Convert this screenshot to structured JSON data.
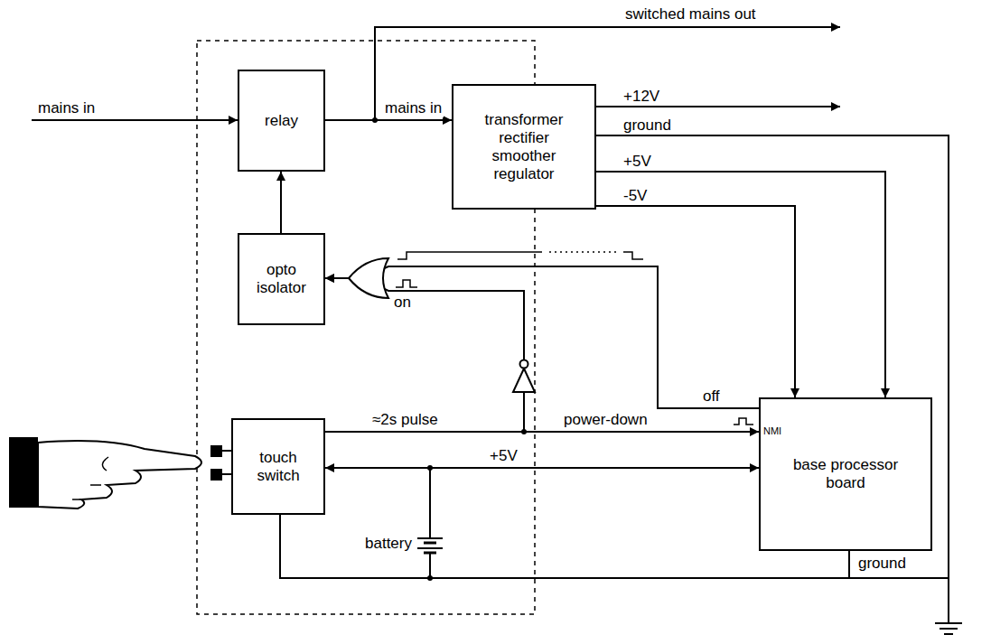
{
  "diagram": {
    "nodes": [
      {
        "text": [
          "relay"
        ]
      },
      {
        "text": [
          "transformer rectifier smoother regulator"
        ]
      },
      {
        "text": [
          "opto isolator"
        ]
      },
      {
        "text": [
          "touch switch"
        ]
      },
      {
        "text": [
          "base processor board"
        ]
      }
    ],
    "edges": [
      {
        "from": 0,
        "to": 1,
        "label": "mains in",
        "arrow": "to"
      },
      {
        "from": 2,
        "to": 0,
        "arrow": "to"
      },
      {
        "from": 1,
        "to": 4,
        "label": "+5V",
        "arrow": "to"
      },
      {
        "from": 1,
        "to": 4,
        "label": "-5V",
        "arrow": "to"
      },
      {
        "from": 4,
        "to": 2,
        "label": "off",
        "arrow": "to"
      },
      {
        "from": 3,
        "to": 2,
        "arrow": "to"
      },
      {
        "from": 3,
        "to": 4,
        "label": "power-down",
        "arrow": "to"
      },
      {
        "from": 3,
        "to": 4,
        "label": "+5V",
        "arrow": "both"
      },
      {
        "from": 3,
        "to": 4,
        "arrow": "none"
      }
    ],
    "labels": [
      "switched mains out",
      "+12V",
      "ground",
      "mains in",
      "on",
      "≈2s pulse",
      "NMI",
      "battery",
      "ground"
    ]
  }
}
